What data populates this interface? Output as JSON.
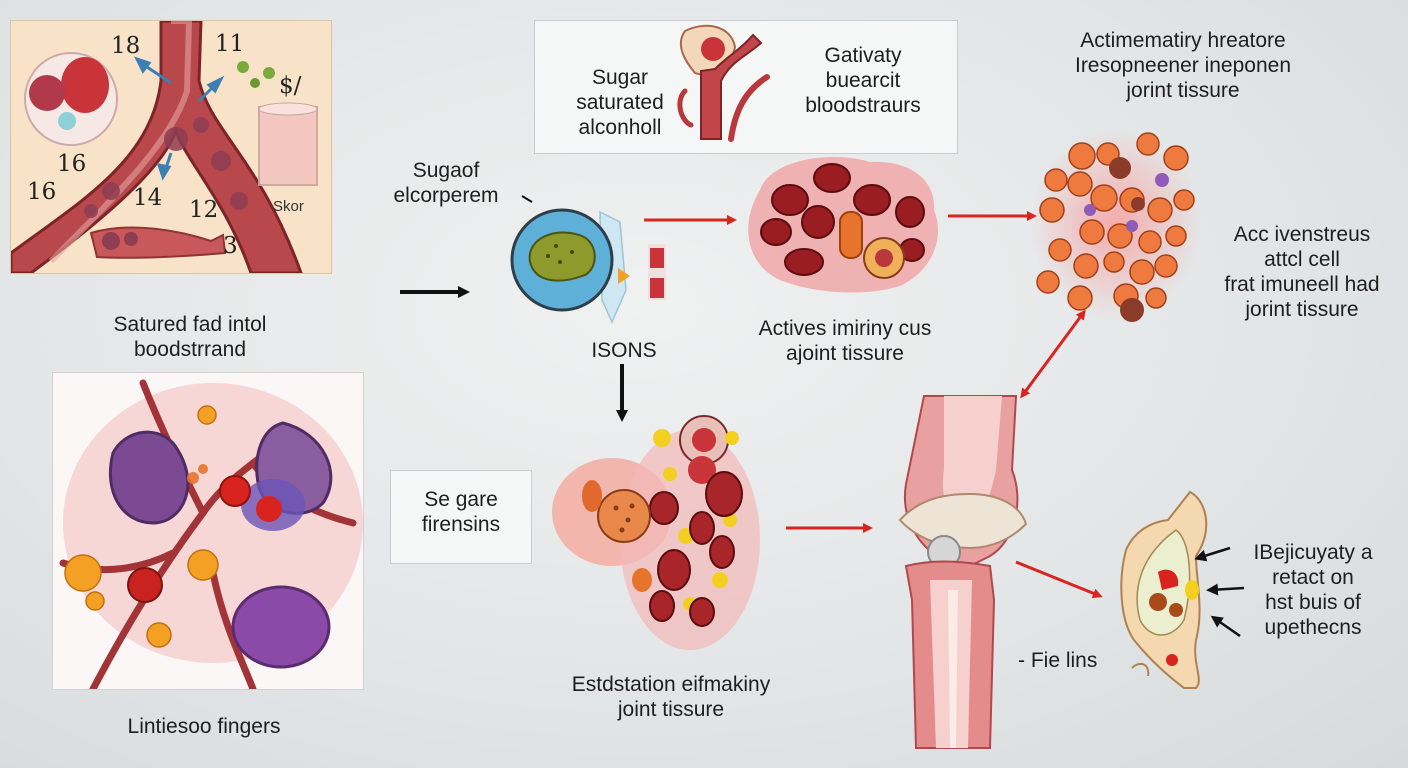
{
  "labels": {
    "saturated_fat": [
      "Satured fad intol",
      "boodstrrand"
    ],
    "fingers": [
      "Lintiesoo fingers"
    ],
    "sugar_box_left": [
      "Sugar",
      "saturated",
      "alconholl"
    ],
    "sugar_box_right": [
      "Gativaty",
      "buearcit",
      "bloodstraurs"
    ],
    "actimematiry": [
      "Actimematiry hreatore",
      "Iresopneener ineponen",
      "jorint tissure"
    ],
    "sugar_of": [
      "Sugaof",
      "elcorperem"
    ],
    "isons": [
      "ISONS"
    ],
    "actives": [
      "Actives imiriny cus",
      "ajoint tissure"
    ],
    "acc": [
      "Acc ivenstreus",
      "attcl cell",
      "frat imuneell had",
      "jorint tissure"
    ],
    "se_gare": [
      "Se gare",
      "firensins"
    ],
    "estdstation": [
      "Estdstation eifmakiny",
      "joint tissure"
    ],
    "ibejicuyaty": [
      "IBejicuyaty a",
      "retact on",
      "hst buis of",
      "upethecns"
    ],
    "fie_lins": [
      "- Fie lins"
    ]
  },
  "vessel_panel": {
    "numbers": [
      "18",
      "11",
      "$/",
      "16",
      "16",
      "14",
      "12",
      "3"
    ],
    "tag": "Skor"
  },
  "colors": {
    "arrow_red": "#d9251f",
    "arrow_black": "#111111",
    "vessel": "#a8353a",
    "panel_bg": "#f8e3c8"
  }
}
